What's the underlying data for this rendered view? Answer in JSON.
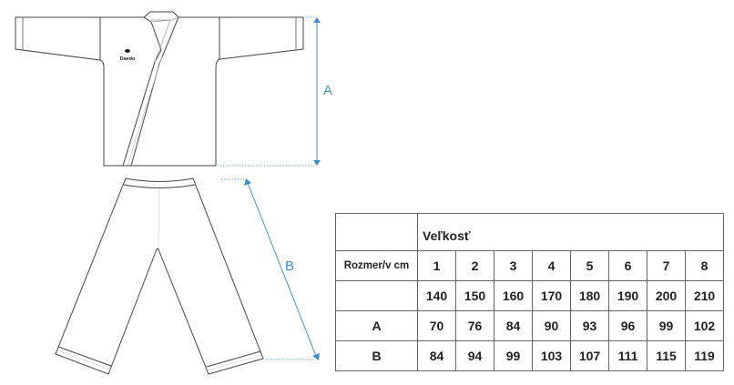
{
  "illustration": {
    "jacket": {
      "logo_text": "Daedo",
      "dimension_label": "A"
    },
    "pants": {
      "dimension_label": "B"
    },
    "dimension_color": "#3d8fd1"
  },
  "table": {
    "title": "Veľkosť",
    "corner": "",
    "size_row_label": "Rozmer/v cm",
    "sizes": [
      "1",
      "2",
      "3",
      "4",
      "5",
      "6",
      "7",
      "8"
    ],
    "height_row_label": "",
    "heights": [
      "140",
      "150",
      "160",
      "170",
      "180",
      "190",
      "200",
      "210"
    ],
    "rows": [
      {
        "label": "A",
        "values": [
          "70",
          "76",
          "84",
          "90",
          "93",
          "96",
          "99",
          "102"
        ]
      },
      {
        "label": "B",
        "values": [
          "84",
          "94",
          "99",
          "103",
          "107",
          "111",
          "115",
          "119"
        ]
      }
    ]
  }
}
